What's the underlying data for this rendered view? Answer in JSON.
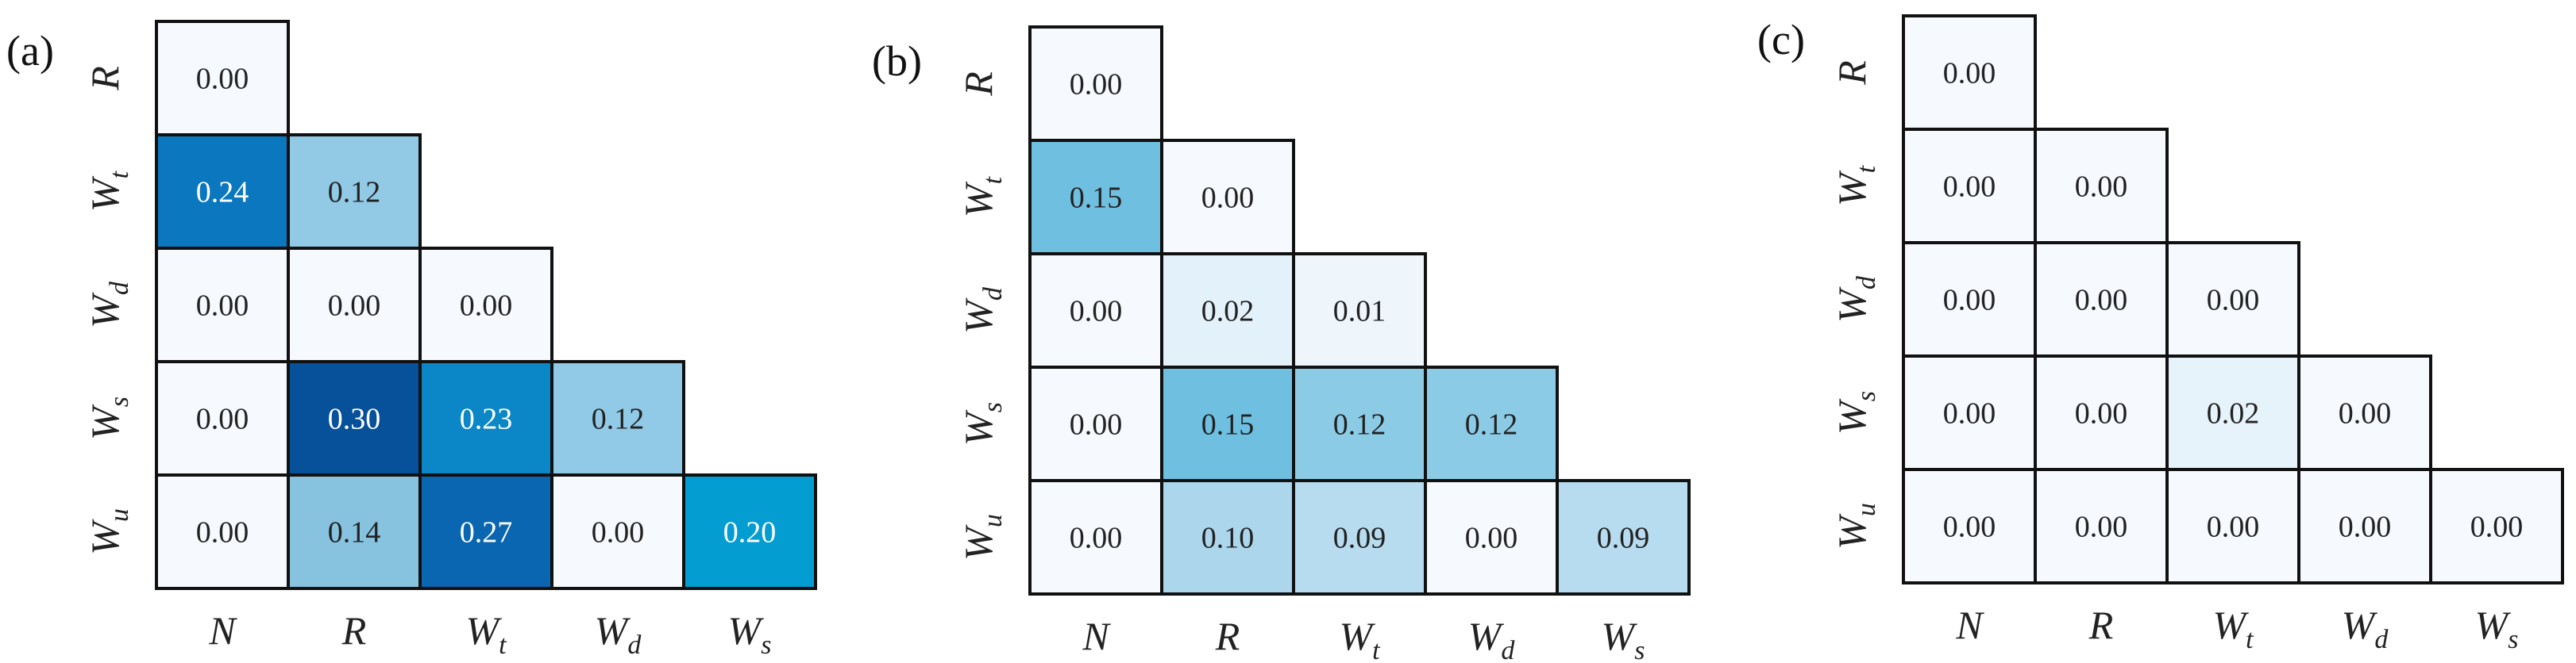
{
  "chart_data": [
    {
      "type": "heatmap",
      "panel_label": "(a)",
      "x_labels": [
        {
          "base": "N",
          "sub": ""
        },
        {
          "base": "R",
          "sub": ""
        },
        {
          "base": "W",
          "sub": "t"
        },
        {
          "base": "W",
          "sub": "d"
        },
        {
          "base": "W",
          "sub": "s"
        }
      ],
      "y_labels": [
        {
          "base": "R",
          "sub": ""
        },
        {
          "base": "W",
          "sub": "t"
        },
        {
          "base": "W",
          "sub": "d"
        },
        {
          "base": "W",
          "sub": "s"
        },
        {
          "base": "W",
          "sub": "u"
        }
      ],
      "values": [
        [
          "0.00"
        ],
        [
          "0.24",
          "0.12"
        ],
        [
          "0.00",
          "0.00",
          "0.00"
        ],
        [
          "0.00",
          "0.30",
          "0.23",
          "0.12"
        ],
        [
          "0.00",
          "0.14",
          "0.27",
          "0.00",
          "0.20"
        ]
      ],
      "colors": [
        [
          "#f6fafe"
        ],
        [
          "#0a77bf",
          "#92c9e4"
        ],
        [
          "#f6fafe",
          "#f6fafe",
          "#f6fafe"
        ],
        [
          "#f6fafe",
          "#07509a",
          "#0b86c6",
          "#91cae6"
        ],
        [
          "#f6fafe",
          "#87c2df",
          "#0a66b0",
          "#f6fafe",
          "#039dd2"
        ]
      ]
    },
    {
      "type": "heatmap",
      "panel_label": "(b)",
      "x_labels": [
        {
          "base": "N",
          "sub": ""
        },
        {
          "base": "R",
          "sub": ""
        },
        {
          "base": "W",
          "sub": "t"
        },
        {
          "base": "W",
          "sub": "d"
        },
        {
          "base": "W",
          "sub": "s"
        }
      ],
      "y_labels": [
        {
          "base": "R",
          "sub": ""
        },
        {
          "base": "W",
          "sub": "t"
        },
        {
          "base": "W",
          "sub": "d"
        },
        {
          "base": "W",
          "sub": "s"
        },
        {
          "base": "W",
          "sub": "u"
        }
      ],
      "values": [
        [
          "0.00"
        ],
        [
          "0.15",
          "0.00"
        ],
        [
          "0.00",
          "0.02",
          "0.01"
        ],
        [
          "0.00",
          "0.15",
          "0.12",
          "0.12"
        ],
        [
          "0.00",
          "0.10",
          "0.09",
          "0.00",
          "0.09"
        ]
      ],
      "colors": [
        [
          "#f6fafe"
        ],
        [
          "#6fbfe0",
          "#f6fafe"
        ],
        [
          "#f6fafe",
          "#e3f1fa",
          "#eef6fc"
        ],
        [
          "#f6fafe",
          "#6fbfe0",
          "#8ccbe6",
          "#8ccbe6"
        ],
        [
          "#f6fafe",
          "#abd6ec",
          "#b7dcef",
          "#f6fafe",
          "#b7dcef"
        ]
      ]
    },
    {
      "type": "heatmap",
      "panel_label": "(c)",
      "x_labels": [
        {
          "base": "N",
          "sub": ""
        },
        {
          "base": "R",
          "sub": ""
        },
        {
          "base": "W",
          "sub": "t"
        },
        {
          "base": "W",
          "sub": "d"
        },
        {
          "base": "W",
          "sub": "s"
        }
      ],
      "y_labels": [
        {
          "base": "R",
          "sub": ""
        },
        {
          "base": "W",
          "sub": "t"
        },
        {
          "base": "W",
          "sub": "d"
        },
        {
          "base": "W",
          "sub": "s"
        },
        {
          "base": "W",
          "sub": "u"
        }
      ],
      "values": [
        [
          "0.00"
        ],
        [
          "0.00",
          "0.00"
        ],
        [
          "0.00",
          "0.00",
          "0.00"
        ],
        [
          "0.00",
          "0.00",
          "0.02",
          "0.00"
        ],
        [
          "0.00",
          "0.00",
          "0.00",
          "0.00",
          "0.00"
        ]
      ],
      "colors": [
        [
          "#f6fafe"
        ],
        [
          "#f6fafe",
          "#f6fafe"
        ],
        [
          "#f6fafe",
          "#f6fafe",
          "#f6fafe"
        ],
        [
          "#f6fafe",
          "#f6fafe",
          "#e7f3fb",
          "#f6fafe"
        ],
        [
          "#f6fafe",
          "#f6fafe",
          "#f6fafe",
          "#f6fafe",
          "#f6fafe"
        ]
      ]
    }
  ]
}
